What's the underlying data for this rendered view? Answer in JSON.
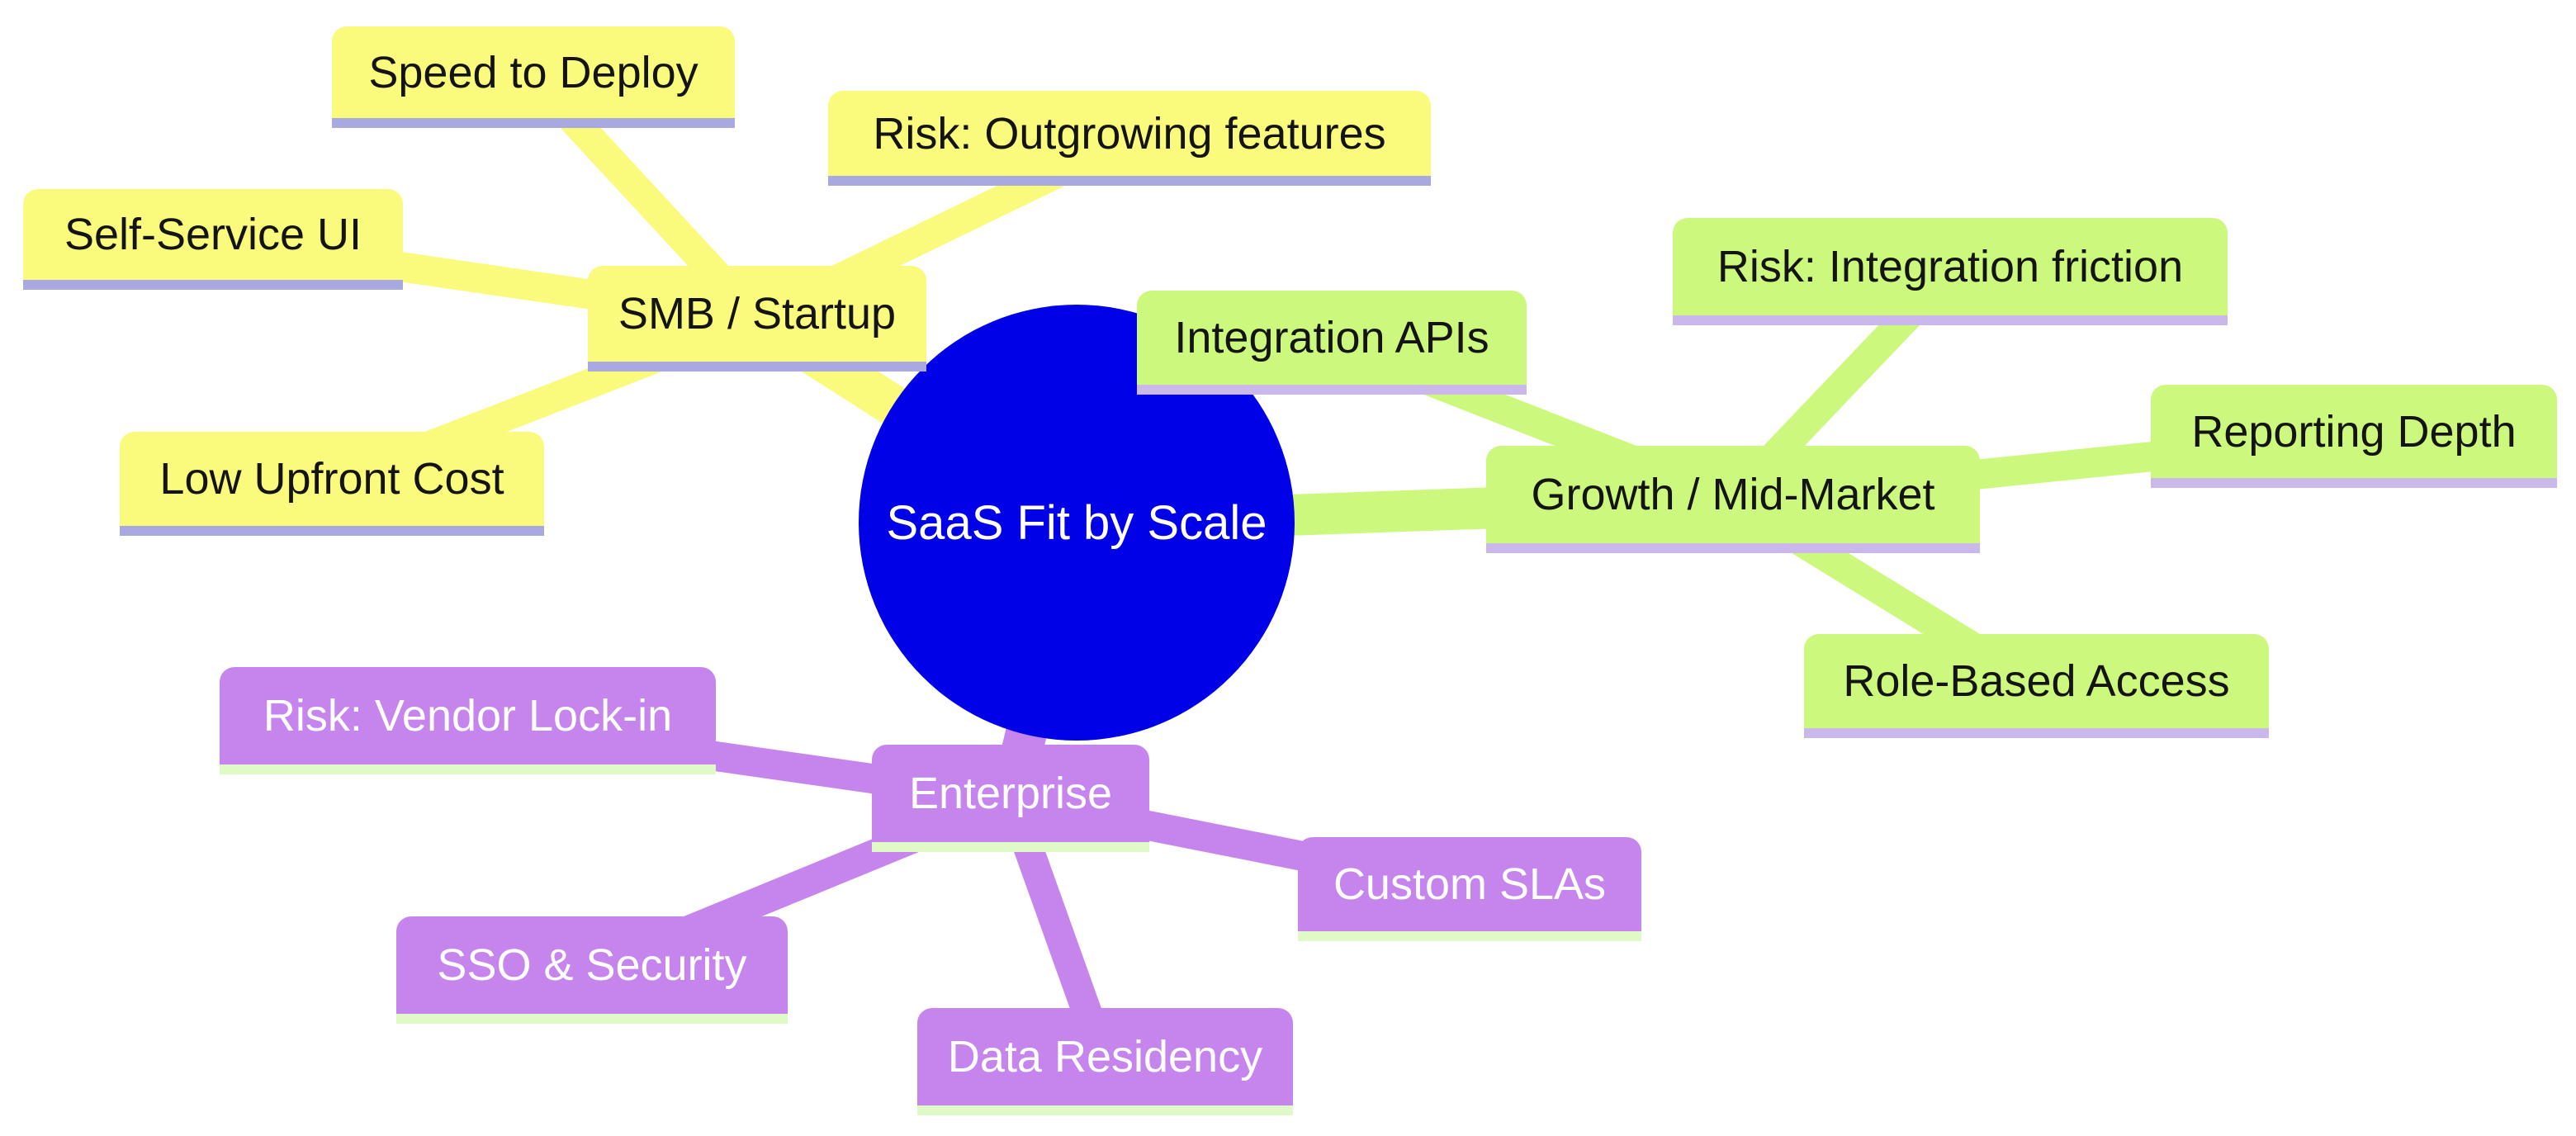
{
  "mindmap": {
    "root": {
      "label": "SaaS Fit by Scale",
      "fill": "#0101E8",
      "text_color": "#ffffff"
    },
    "branches": [
      {
        "label": "SMB / Startup",
        "fill": "#FAFA7D",
        "underline": "#A9A9E2",
        "text_color": "#141414",
        "children": [
          "Speed to Deploy",
          "Risk: Outgrowing features",
          "Self-Service UI",
          "Low Upfront Cost"
        ]
      },
      {
        "label": "Growth / Mid-Market",
        "fill": "#CDF87E",
        "underline": "#CBB8EA",
        "text_color": "#141414",
        "children": [
          "Integration APIs",
          "Risk: Integration friction",
          "Reporting Depth",
          "Role-Based Access"
        ]
      },
      {
        "label": "Enterprise",
        "fill": "#C685EC",
        "underline": "#DFF9C7",
        "text_color": "#ffffff",
        "children": [
          "Risk: Vendor Lock-in",
          "SSO & Security",
          "Custom SLAs",
          "Data Residency"
        ]
      }
    ],
    "background": "#ffffff"
  }
}
